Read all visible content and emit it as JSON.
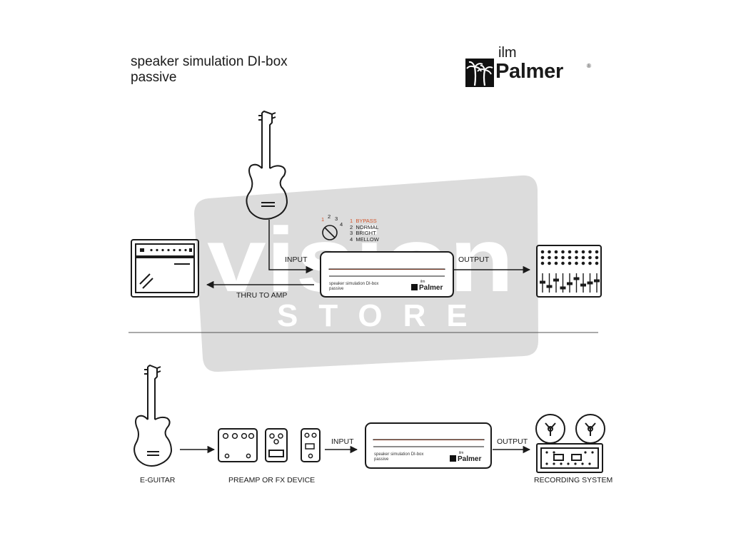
{
  "title": {
    "line1": "speaker simulation DI-box",
    "line2": "passive"
  },
  "brand": {
    "prefix": "ilm",
    "name": "Palmer",
    "reg": "®"
  },
  "watermark": {
    "line1": "vision",
    "line2": "STORE"
  },
  "setup1": {
    "input_label": "INPUT",
    "output_label": "OUTPUT",
    "thru_label": "THRU TO AMP",
    "knob_numbers": [
      "1",
      "2",
      "3",
      "4"
    ],
    "knob_settings": [
      {
        "num": "1",
        "name": "BYPASS"
      },
      {
        "num": "2",
        "name": "NORMAL"
      },
      {
        "num": "3",
        "name": "BRIGHT"
      },
      {
        "num": "4",
        "name": "MELLOW"
      }
    ]
  },
  "device": {
    "line1": "speaker simulation DI-box",
    "line2": "passive",
    "brand_prefix": "ilm",
    "brand_name": "Palmer"
  },
  "setup2": {
    "input_label": "INPUT",
    "output_label": "OUTPUT",
    "guitar_caption": "E-GUITAR",
    "fx_caption": "PREAMP OR FX DEVICE",
    "recorder_caption": "RECORDING SYSTEM"
  },
  "colors": {
    "accent": "#d2542a",
    "line": "#1a1a1a",
    "watermark": "#dcdcdc"
  },
  "icons": [
    "palm-tree-icon",
    "bass-guitar-icon",
    "amplifier-icon",
    "mixer-icon",
    "fx-pedal-icon",
    "reel-to-reel-icon",
    "knob-icon"
  ]
}
